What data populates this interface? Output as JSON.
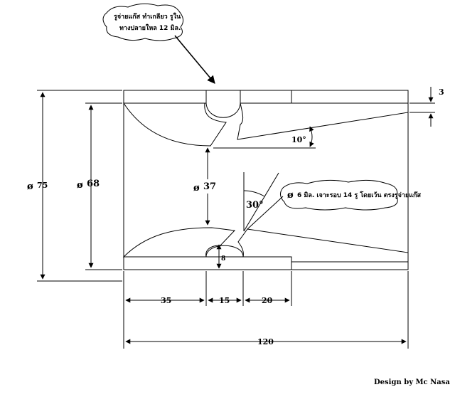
{
  "callouts": {
    "top_note_line1": "รูจ่ายแก๊ส ทำเกลียว รูใน",
    "top_note_line2": "ทางปลายใหล 12 มิล.",
    "side_note_symbol": "ø",
    "side_note_text": "6 มิล. เจาะรอบ 14 รู โดยเว้น ตรงรูจ่ายแก๊ส"
  },
  "dimensions": {
    "diameter_symbol": "ø",
    "d75": "75",
    "d68": "68",
    "d37": "37",
    "wall": "3",
    "angle10": "10°",
    "angle30": "30°",
    "slot": "8",
    "len35": "35",
    "len15": "15",
    "len20": "20",
    "len120": "120"
  },
  "credit": "Design by Mc Nasa"
}
